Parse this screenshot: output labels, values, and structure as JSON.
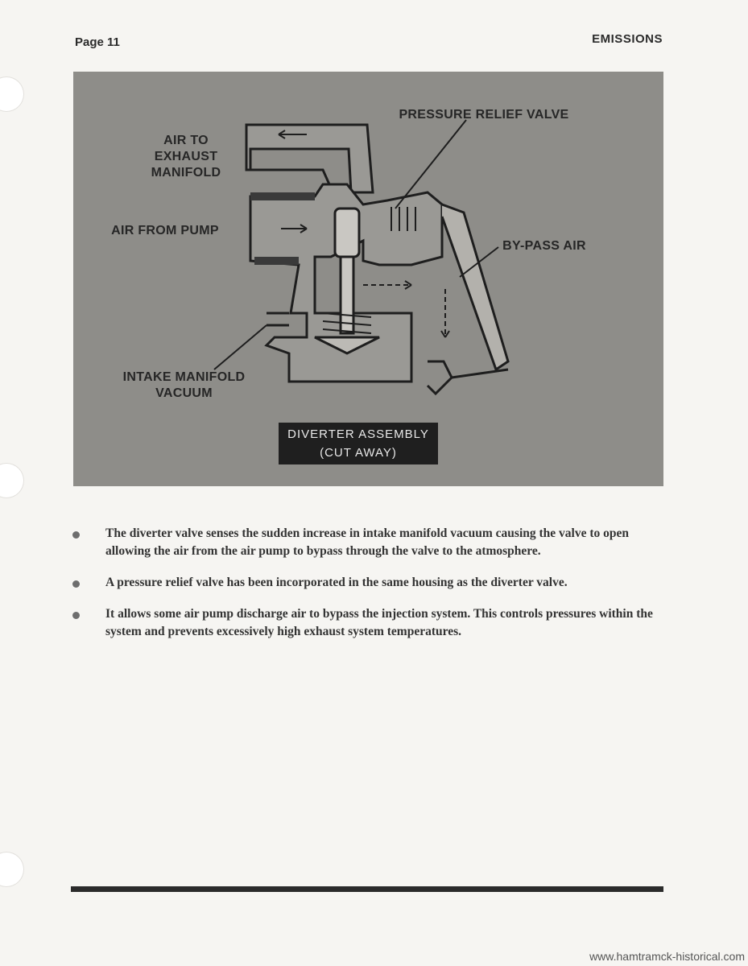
{
  "header": {
    "page_number": "Page 11",
    "section": "EMISSIONS"
  },
  "figure": {
    "labels": {
      "air_to_exhaust": [
        "AIR TO",
        "EXHAUST",
        "MANIFOLD"
      ],
      "air_from_pump": "AIR FROM PUMP",
      "pressure_relief": "PRESSURE RELIEF VALVE",
      "bypass_air": "BY-PASS AIR",
      "intake_vacuum": [
        "INTAKE MANIFOLD",
        "VACUUM"
      ]
    },
    "caption": [
      "DIVERTER ASSEMBLY",
      "(CUT AWAY)"
    ]
  },
  "bullets": [
    "The diverter valve senses the sudden increase in intake manifold vacuum causing the valve to open allowing the air from the air pump to bypass through the valve to the atmosphere.",
    "A pressure relief valve has been incorporated in the same housing as the diverter valve.",
    "It allows some air pump discharge air to bypass the injection system. This controls pressures within the system and prevents excessively high exhaust system temperatures."
  ],
  "footer": {
    "watermark": "www.hamtramck-historical.com"
  }
}
